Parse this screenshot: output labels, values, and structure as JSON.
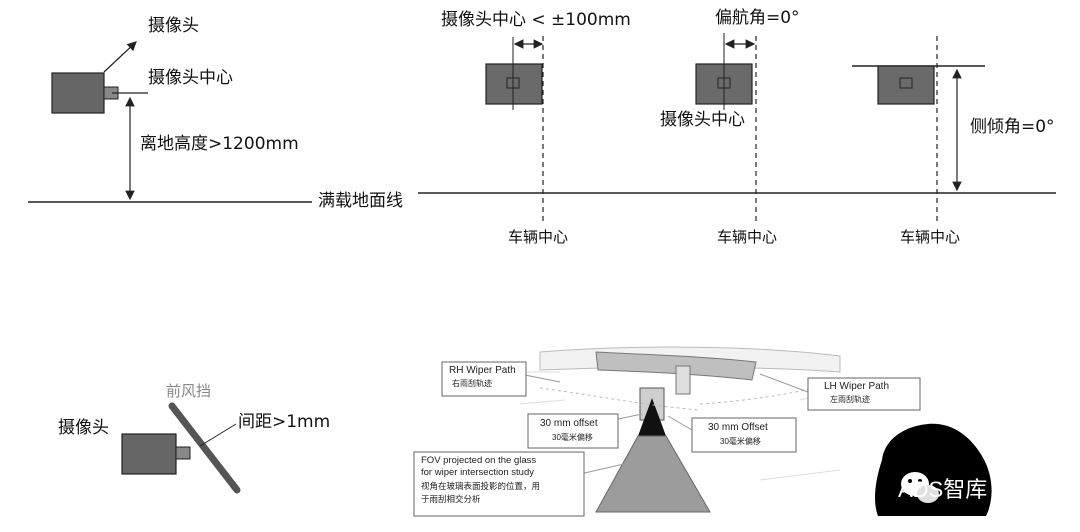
{
  "top": {
    "camera_label": "摄像头",
    "camera_center_label": "摄像头中心",
    "height_label": "离地高度>1200mm",
    "ground_label": "满载地面线",
    "offset_label": "摄像头中心 < ±100mm",
    "yaw_label": "偏航角=0°",
    "camera_center_label_2": "摄像头中心",
    "roll_label": "侧倾角=0°",
    "vehicle_center_1": "车辆中心",
    "vehicle_center_2": "车辆中心",
    "vehicle_center_3": "车辆中心"
  },
  "bottom": {
    "windshield_label": "前风挡",
    "camera_label": "摄像头",
    "gap_label": "间距>1mm",
    "rh_wiper_en": "RH Wiper Path",
    "rh_wiper_cn": "右雨刮轨迹",
    "lh_wiper_en": "LH Wiper Path",
    "lh_wiper_cn": "左雨刮轨迹",
    "offset_left_en": "30 mm offset",
    "offset_left_cn": "30毫米偏移",
    "offset_right_en": "30 mm Offset",
    "offset_right_cn": "30毫米偏移",
    "fov_en_1": "FOV projected on the glass",
    "fov_en_2": "for wiper intersection study",
    "fov_cn_1": "视角在玻璃表面投影的位置，用",
    "fov_cn_2": "于雨刮相交分析"
  },
  "watermark": "ADS智库"
}
